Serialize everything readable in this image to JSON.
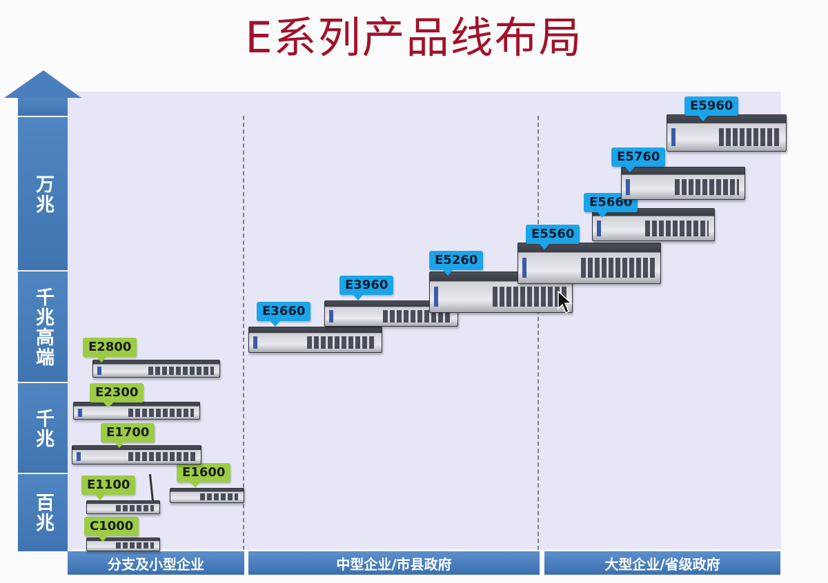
{
  "title": "E系列产品线布局",
  "axis": {
    "segments": [
      "万兆",
      "千兆高端",
      "千兆",
      "百兆"
    ]
  },
  "categories": [
    "分支及小型企业",
    "中型企业/市县政府",
    "大型企业/省级政府"
  ],
  "products": [
    {
      "name": "C1000",
      "tag_color": "green"
    },
    {
      "name": "E1100",
      "tag_color": "green"
    },
    {
      "name": "E1600",
      "tag_color": "green"
    },
    {
      "name": "E1700",
      "tag_color": "green"
    },
    {
      "name": "E2300",
      "tag_color": "green"
    },
    {
      "name": "E2800",
      "tag_color": "green"
    },
    {
      "name": "E3660",
      "tag_color": "blue"
    },
    {
      "name": "E3960",
      "tag_color": "blue"
    },
    {
      "name": "E5260",
      "tag_color": "blue"
    },
    {
      "name": "E5560",
      "tag_color": "blue"
    },
    {
      "name": "E5660",
      "tag_color": "blue"
    },
    {
      "name": "E5760",
      "tag_color": "blue"
    },
    {
      "name": "E5960",
      "tag_color": "blue"
    }
  ],
  "colors": {
    "title": "#a0122a",
    "axis": "#4a7fbd",
    "panel": "#e6e6f6",
    "tag_green": "#9ccc45",
    "tag_blue": "#1ba5e8"
  }
}
